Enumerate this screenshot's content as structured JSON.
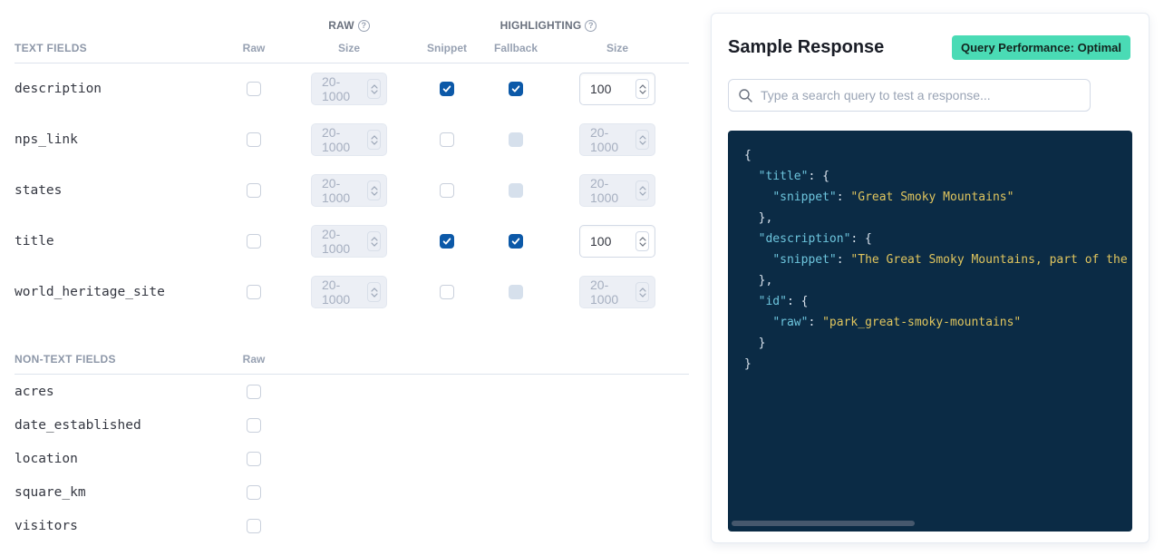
{
  "config": {
    "groups": {
      "raw": "RAW",
      "highlighting": "HIGHLIGHTING"
    },
    "text_table": {
      "header": "TEXT FIELDS",
      "cols": {
        "raw": "Raw",
        "raw_size": "Size",
        "snippet": "Snippet",
        "fallback": "Fallback",
        "size": "Size"
      },
      "size_placeholder": "20-1000",
      "rows": [
        {
          "name": "description",
          "raw_checked": false,
          "raw_size_value": "",
          "snippet_checked": true,
          "fallback_checked": true,
          "fallback_disabled": false,
          "size_value": "100",
          "size_disabled": false
        },
        {
          "name": "nps_link",
          "raw_checked": false,
          "raw_size_value": "",
          "snippet_checked": false,
          "fallback_checked": false,
          "fallback_disabled": true,
          "size_value": "",
          "size_disabled": true
        },
        {
          "name": "states",
          "raw_checked": false,
          "raw_size_value": "",
          "snippet_checked": false,
          "fallback_checked": false,
          "fallback_disabled": true,
          "size_value": "",
          "size_disabled": true
        },
        {
          "name": "title",
          "raw_checked": false,
          "raw_size_value": "",
          "snippet_checked": true,
          "fallback_checked": true,
          "fallback_disabled": false,
          "size_value": "100",
          "size_disabled": false
        },
        {
          "name": "world_heritage_site",
          "raw_checked": false,
          "raw_size_value": "",
          "snippet_checked": false,
          "fallback_checked": false,
          "fallback_disabled": true,
          "size_value": "",
          "size_disabled": true
        }
      ]
    },
    "non_text_table": {
      "header": "NON-TEXT FIELDS",
      "cols": {
        "raw": "Raw"
      },
      "rows": [
        {
          "name": "acres",
          "raw_checked": false
        },
        {
          "name": "date_established",
          "raw_checked": false
        },
        {
          "name": "location",
          "raw_checked": false
        },
        {
          "name": "square_km",
          "raw_checked": false
        },
        {
          "name": "visitors",
          "raw_checked": false
        }
      ]
    }
  },
  "sample": {
    "title": "Sample Response",
    "badge": "Query Performance: Optimal",
    "search_placeholder": "Type a search query to test a response...",
    "code": {
      "lines": [
        [
          {
            "c": "p",
            "v": "{"
          }
        ],
        [
          {
            "c": "p",
            "v": "  "
          },
          {
            "c": "k",
            "v": "\"title\""
          },
          {
            "c": "p",
            "v": ": {"
          }
        ],
        [
          {
            "c": "p",
            "v": "    "
          },
          {
            "c": "k",
            "v": "\"snippet\""
          },
          {
            "c": "p",
            "v": ": "
          },
          {
            "c": "s",
            "v": "\"Great Smoky Mountains\""
          }
        ],
        [
          {
            "c": "p",
            "v": "  },"
          }
        ],
        [
          {
            "c": "p",
            "v": "  "
          },
          {
            "c": "k",
            "v": "\"description\""
          },
          {
            "c": "p",
            "v": ": {"
          }
        ],
        [
          {
            "c": "p",
            "v": "    "
          },
          {
            "c": "k",
            "v": "\"snippet\""
          },
          {
            "c": "p",
            "v": ": "
          },
          {
            "c": "s",
            "v": "\"The Great Smoky Mountains, part of the Appa"
          }
        ],
        [
          {
            "c": "p",
            "v": "  },"
          }
        ],
        [
          {
            "c": "p",
            "v": "  "
          },
          {
            "c": "k",
            "v": "\"id\""
          },
          {
            "c": "p",
            "v": ": {"
          }
        ],
        [
          {
            "c": "p",
            "v": "    "
          },
          {
            "c": "k",
            "v": "\"raw\""
          },
          {
            "c": "p",
            "v": ": "
          },
          {
            "c": "s",
            "v": "\"park_great-smoky-mountains\""
          }
        ],
        [
          {
            "c": "p",
            "v": "  }"
          }
        ],
        [
          {
            "c": "p",
            "v": "}"
          }
        ]
      ]
    }
  },
  "colors": {
    "checked_checkbox": "#0c59a8",
    "disabled_checkbox": "#d6e0ec",
    "badge_green": "#4adbb5",
    "code_background": "#0b2b45",
    "code_key": "#6dc5dd",
    "code_string": "#e0c55e",
    "code_punctuation": "#d9e2ec"
  }
}
